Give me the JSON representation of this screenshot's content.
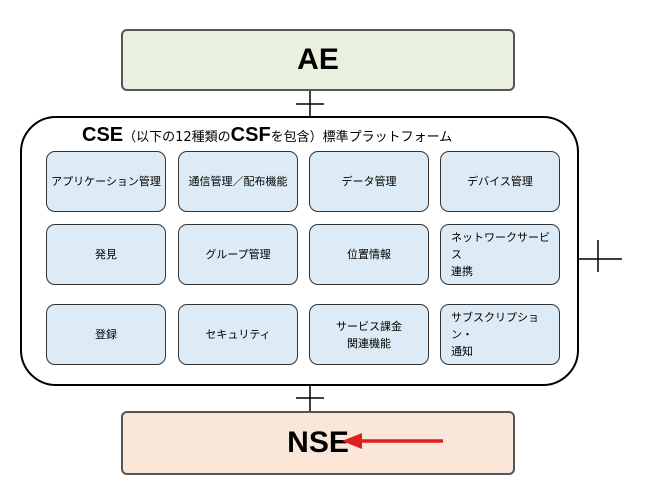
{
  "ae": {
    "label": "AE"
  },
  "nse": {
    "label": "NSE"
  },
  "cse": {
    "title_prefix": "CSE",
    "title_middle": "（以下の12種類の",
    "title_csf": "CSF",
    "title_suffix": "を包含）標準プラットフォーム"
  },
  "csf_functions": [
    {
      "label": "アプリケーション管理"
    },
    {
      "label": "通信管理／配布機能"
    },
    {
      "label": "データ管理"
    },
    {
      "label": "デバイス管理"
    },
    {
      "label": "発見"
    },
    {
      "label": "グループ管理"
    },
    {
      "label": "位置情報"
    },
    {
      "label": "ネットワークサービス\n連携"
    },
    {
      "label": "登録"
    },
    {
      "label": "セキュリティ"
    },
    {
      "label": "サービス課金\n関連機能"
    },
    {
      "label": "サブスクリプション・\n通知"
    }
  ],
  "colors": {
    "ae_fill": "#eaf0df",
    "nse_fill": "#fbe6da",
    "csf_fill": "#dcebf5",
    "arrow": "#e02020"
  }
}
